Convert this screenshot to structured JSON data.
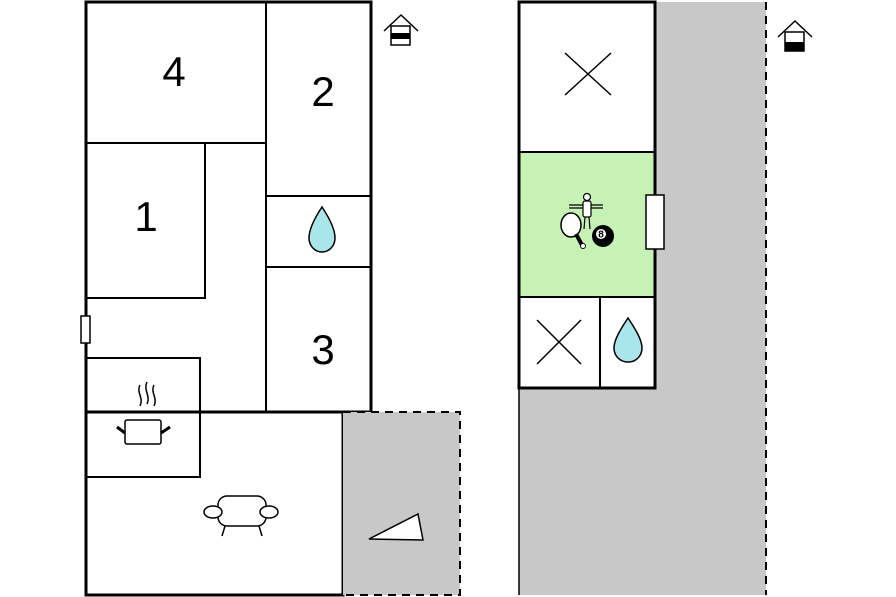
{
  "floorplan": {
    "ground_floor": {
      "rooms": [
        {
          "label": "4",
          "kind": "bedroom"
        },
        {
          "label": "2",
          "kind": "bedroom"
        },
        {
          "label": "1",
          "kind": "bedroom"
        },
        {
          "label": "3",
          "kind": "bedroom"
        }
      ],
      "icons": [
        "water-drop-icon",
        "cooking-pot-icon",
        "sofa-icon",
        "terrace-icon",
        "door-icon",
        "floor-indicator-icon"
      ]
    },
    "upper_floor": {
      "icons": [
        "x-mark-icon",
        "table-tennis-icon",
        "foosball-icon",
        "billiard-ball-icon",
        "water-drop-icon",
        "door-icon",
        "floor-indicator-icon"
      ],
      "billiard_ball_number": "8"
    },
    "colors": {
      "wall": "#000000",
      "hatched_area": "#c8c8c8",
      "game_room": "#c6f2b6",
      "water_drop": "#a9e6ec",
      "background": "#ffffff"
    }
  }
}
